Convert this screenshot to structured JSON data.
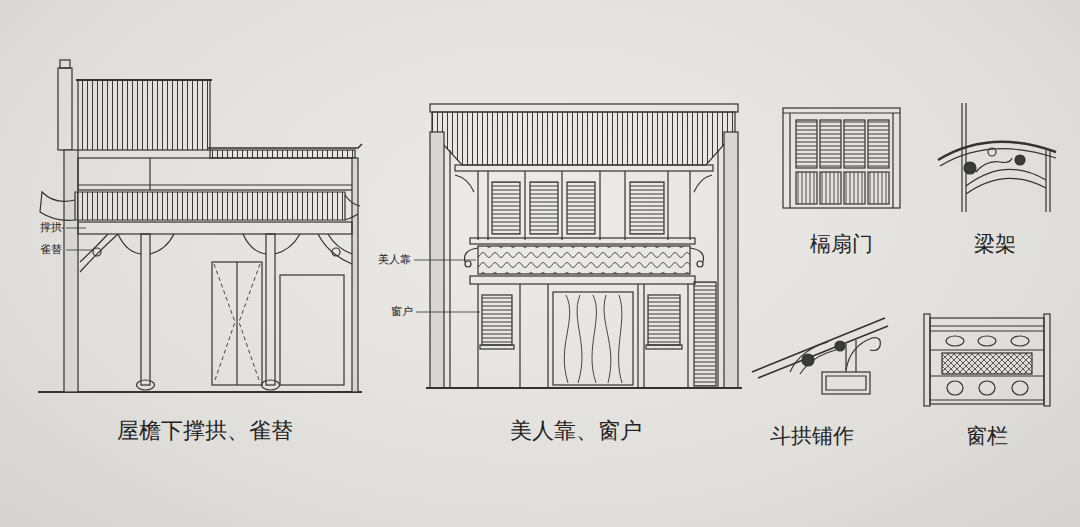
{
  "diagram": {
    "labels": [
      "撑拱",
      "雀替",
      "美人靠",
      "窗户",
      "槅扇门",
      "梁架",
      "屋檐下撑拱、雀替",
      "美人靠、窗户",
      "斗拱铺作",
      "窗栏"
    ]
  }
}
